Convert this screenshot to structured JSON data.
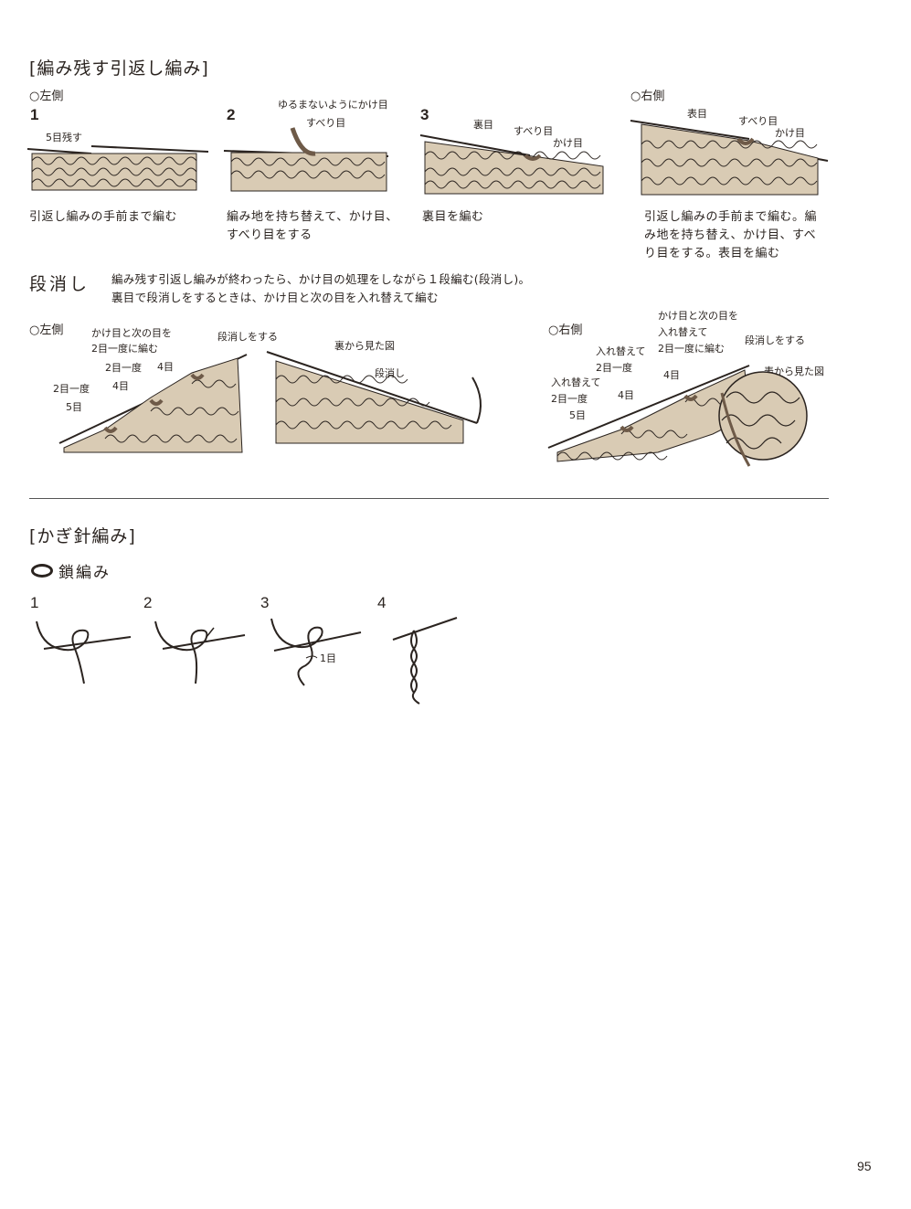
{
  "section1": {
    "title": "[編み残す引返し編み]",
    "left_side": "○左側",
    "right_side": "○右側",
    "steps": [
      {
        "num": "1",
        "caption": "引返し編みの手前まで編む",
        "labels": [
          "5目残す"
        ]
      },
      {
        "num": "2",
        "caption_lines": [
          "編み地を持ち替えて、かけ目、",
          "すべり目をする"
        ],
        "labels": [
          "ゆるまないようにかけ目",
          "すべり目"
        ]
      },
      {
        "num": "3",
        "caption": "裏目を編む",
        "labels": [
          "裏目",
          "すべり目",
          "かけ目"
        ]
      },
      {
        "caption_lines": [
          "引返し編みの手前まで編む。編",
          "み地を持ち替え、かけ目、すべ",
          "り目をする。表目を編む"
        ],
        "labels": [
          "表目",
          "すべり目",
          "かけ目"
        ]
      }
    ]
  },
  "dankeshi": {
    "heading": "段消し",
    "desc_lines": [
      "編み残す引返し編みが終わったら、かけ目の処理をしながら１段編む(段消し)。",
      "裏目で段消しをするときは、かけ目と次の目を入れ替えて編む"
    ],
    "left_side": "○左側",
    "right_side": "○右側",
    "left_labels": [
      "かけ目と次の目を",
      "2目一度に編む",
      "段消しをする",
      "2目一度",
      "4目",
      "4目",
      "2目一度",
      "5目"
    ],
    "back_labels": [
      "裏から見た図",
      "段消し"
    ],
    "right_labels": [
      "かけ目と次の目を",
      "入れ替えて",
      "2目一度に編む",
      "段消しをする",
      "入れ替えて",
      "2目一度",
      "4目",
      "表から見た図",
      "入れ替えて",
      "2目一度",
      "4目",
      "5目"
    ]
  },
  "section2": {
    "title": "[かぎ針編み]",
    "chain_symbol": "○",
    "chain_title": "鎖編み",
    "steps": [
      {
        "num": "1"
      },
      {
        "num": "2"
      },
      {
        "num": "3",
        "label": "1目"
      },
      {
        "num": "4"
      }
    ]
  },
  "page_number": "95",
  "colors": {
    "ink": "#2b2420",
    "yarn_fill": "#d9cbb4",
    "yarn_dark": "#6e5a48"
  }
}
